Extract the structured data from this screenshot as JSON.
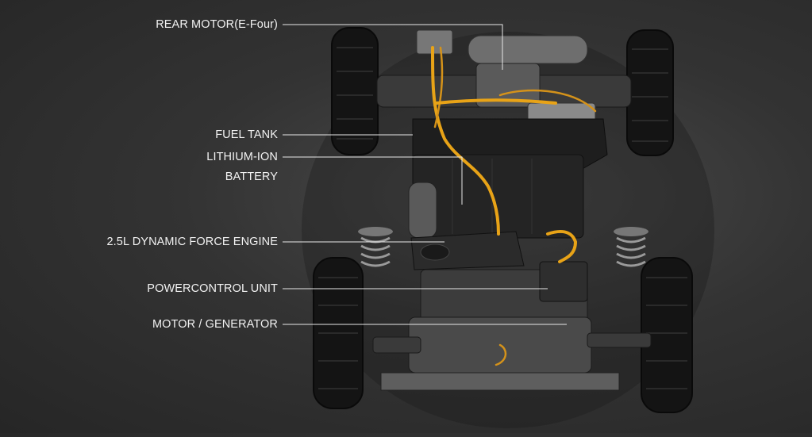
{
  "labels": {
    "rear_motor": "REAR MOTOR(E-Four)",
    "fuel_tank": "FUEL TANK",
    "battery_line1": "LITHIUM-ION",
    "battery_line2": "BATTERY",
    "engine": "2.5L DYNAMIC FORCE ENGINE",
    "pcu": "POWERCONTROL UNIT",
    "motor_generator": "MOTOR / GENERATOR"
  },
  "colors": {
    "background": "#333333",
    "label_text": "#f2f2f2",
    "leader_line": "#e8e8e8",
    "hv_cable": "#e8a317"
  }
}
